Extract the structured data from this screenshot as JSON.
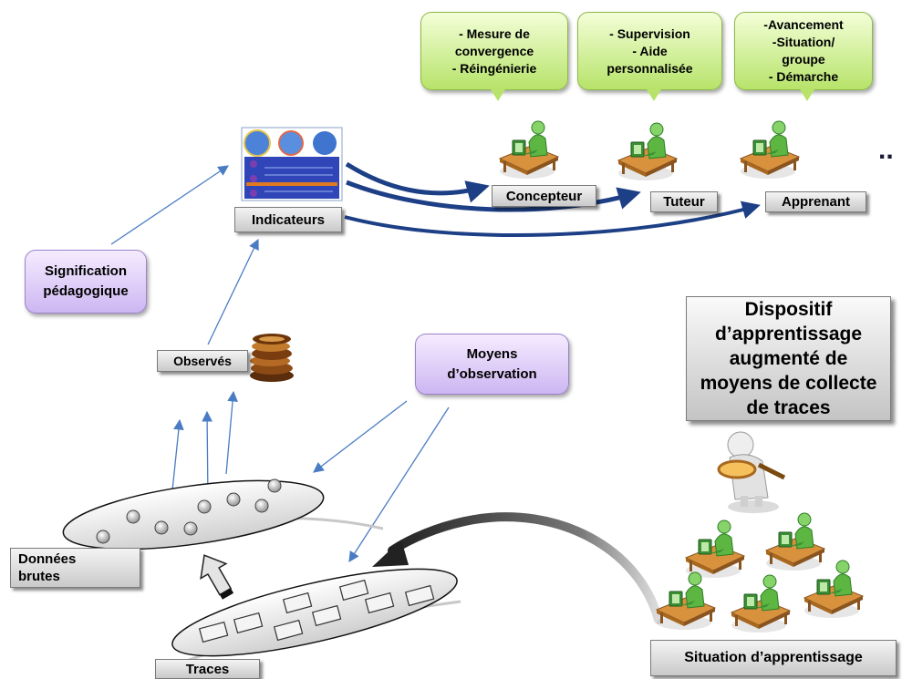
{
  "bubbles": {
    "concepteur": "- Mesure de\nconvergence\n- Réingénierie",
    "tuteur": "- Supervision\n- Aide\npersonnalisée",
    "apprenant": "-Avancement\n-Situation/\ngroupe\n- Démarche"
  },
  "roles": {
    "concepteur": "Concepteur",
    "tuteur": "Tuteur",
    "apprenant": "Apprenant",
    "ellipsis": ".."
  },
  "labels": {
    "indicateurs": "Indicateurs",
    "signification": "Signification\npédagogique",
    "observes": "Observés",
    "moyens": "Moyens\nd’observation",
    "donnees": "Données\nbrutes",
    "traces": "Traces",
    "dispositif": "Dispositif\nd’apprentissage\naugmenté de\nmoyens de collecte\nde traces",
    "situation": "Situation d’apprentissage"
  },
  "colors": {
    "bubble_green": "#b7e36a",
    "purple_box": "#cdb6f2",
    "thin_arrow": "#4a7cc4",
    "thick_arrow": "#1d3f85",
    "person_green": "#6cc64e",
    "desk": "#c9863a"
  },
  "icons": {
    "dashboard": "dashboard-screenshot-icon",
    "coins": "coin-stack-icon",
    "person": "person-at-desk-icon",
    "magnifier": "person-with-magnifier-icon"
  }
}
